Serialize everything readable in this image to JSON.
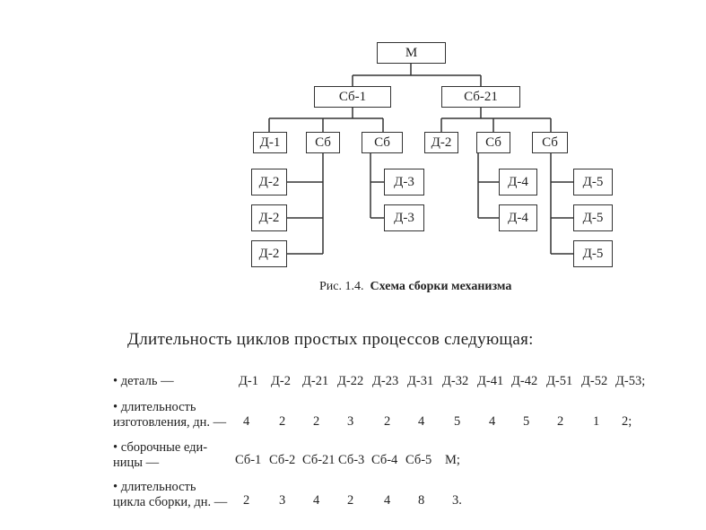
{
  "diagram": {
    "root": "М",
    "level1": [
      "Сб-1",
      "Сб-21"
    ],
    "level2": [
      "Д-1",
      "Сб",
      "Сб",
      "Д-2",
      "Сб",
      "Сб"
    ],
    "sub": [
      "Д-2",
      "Д-2",
      "Д-2",
      "Д-3",
      "Д-3",
      "Д-4",
      "Д-4",
      "Д-5",
      "Д-5",
      "Д-5"
    ],
    "caption_prefix": "Рис. 1.4.",
    "caption_title": "Схема сборки механизма"
  },
  "text": {
    "heading": "Длительность циклов простых процессов следующая:",
    "row1_label": "• деталь —",
    "row1_values": [
      "Д-1",
      "Д-2",
      "Д-21",
      "Д-22",
      "Д-23",
      "Д-31",
      "Д-32",
      "Д-41",
      "Д-42",
      "Д-51",
      "Д-52",
      "Д-53;"
    ],
    "row2_label_a": "• длительность",
    "row2_label_b": "изготовления, дн. —",
    "row2_values": [
      "4",
      "2",
      "2",
      "3",
      "2",
      "4",
      "5",
      "4",
      "5",
      "2",
      "1",
      "2;"
    ],
    "row3_label_a": "• сборочные еди-",
    "row3_label_b": "ницы —",
    "row3_values": [
      "Сб-1",
      "Сб-2",
      "Сб-21",
      "Сб-3",
      "Сб-4",
      "Сб-5",
      "М;"
    ],
    "row4_label_a": "• длительность",
    "row4_label_b": "цикла сборки, дн. —",
    "row4_values": [
      "2",
      "3",
      "4",
      "2",
      "4",
      "8",
      "3."
    ]
  }
}
